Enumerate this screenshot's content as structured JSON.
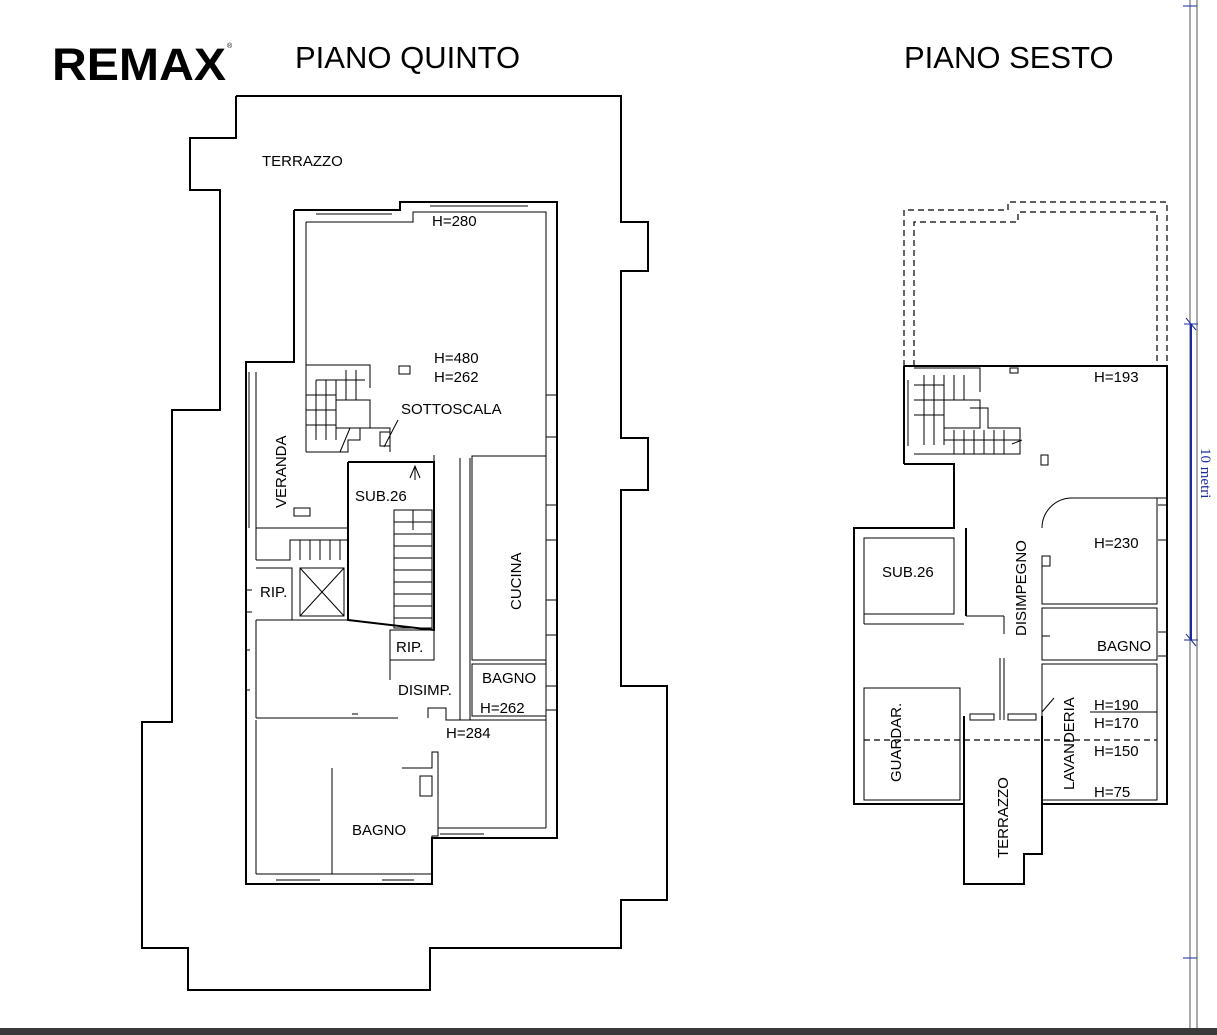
{
  "brand": {
    "logo": "REMAX"
  },
  "plans": {
    "fifth_floor": {
      "title": "PIANO QUINTO",
      "rooms": {
        "terrazzo": "TERRAZZO",
        "veranda": "VERANDA",
        "sottoscala": "SOTTOSCALA",
        "sub": "SUB.26",
        "rip_left": "RIP.",
        "rip_right": "RIP.",
        "cucina": "CUCINA",
        "disimp": "DISIMP.",
        "bagno_small": "BAGNO",
        "bagno_large": "BAGNO"
      },
      "heights": [
        "H=280",
        "H=480",
        "H=262",
        "H=262",
        "H=284"
      ]
    },
    "sixth_floor": {
      "title": "PIANO SESTO",
      "rooms": {
        "sub": "SUB.26",
        "disimpegno": "DISIMPEGNO",
        "bagno": "BAGNO",
        "guardaroba": "GUARDAR.",
        "lavanderia": "LAVANDERIA",
        "terrazzo": "TERRAZZO"
      },
      "heights": [
        "H=193",
        "H=230",
        "H=190",
        "H=170",
        "H=150",
        "H=75"
      ]
    }
  },
  "scale_bar": {
    "label": "10 metri",
    "color": "#1a2aa0"
  }
}
